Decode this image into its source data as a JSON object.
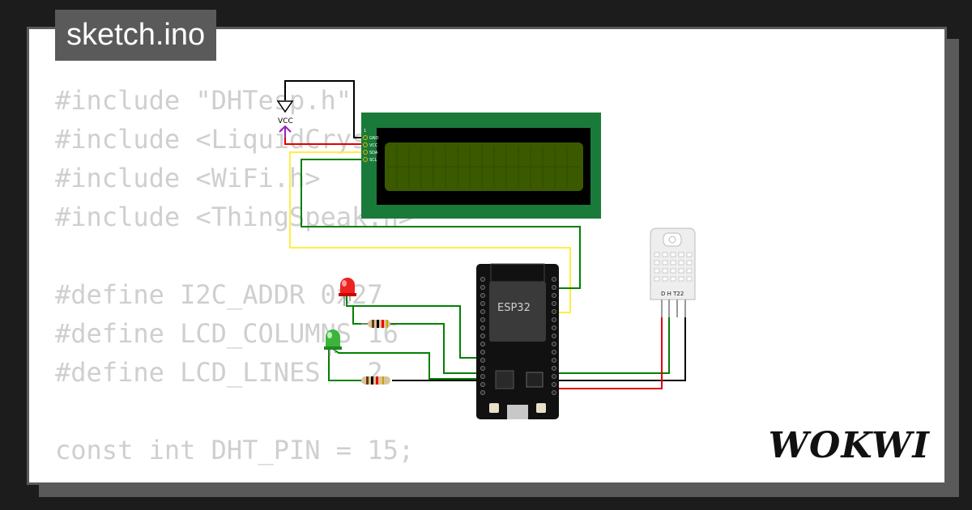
{
  "file_tab": {
    "label": "sketch.ino"
  },
  "code_lines": [
    "#include \"DHTesp.h\"",
    "#include <LiquidCrystal_I2C.h>",
    "#include <WiFi.h>",
    "#include <ThingSpeak.h>",
    "",
    "#define I2C_ADDR 0x27",
    "#define LCD_COLUMNS 16",
    "#define LCD_LINES   2",
    "",
    "const int DHT_PIN = 15;"
  ],
  "circuit": {
    "vcc_label": "VCC",
    "lcd_pins": [
      "GND",
      "VCC",
      "SDA",
      "SCL"
    ],
    "lcd_pin_number": "1",
    "esp32_label": "ESP32",
    "dht_label": "D H T22"
  },
  "brand": {
    "logo_text": "WOKWI"
  },
  "colors": {
    "background": "#1c1c1c",
    "card": "#ffffff",
    "frame": "#5a5a5a",
    "lcd_board": "#1a7a3a",
    "lcd_screen": "#3b5a00",
    "wire_green": "#008000",
    "wire_red": "#e00000",
    "wire_yellow": "#ffee44",
    "wire_black": "#000000"
  }
}
